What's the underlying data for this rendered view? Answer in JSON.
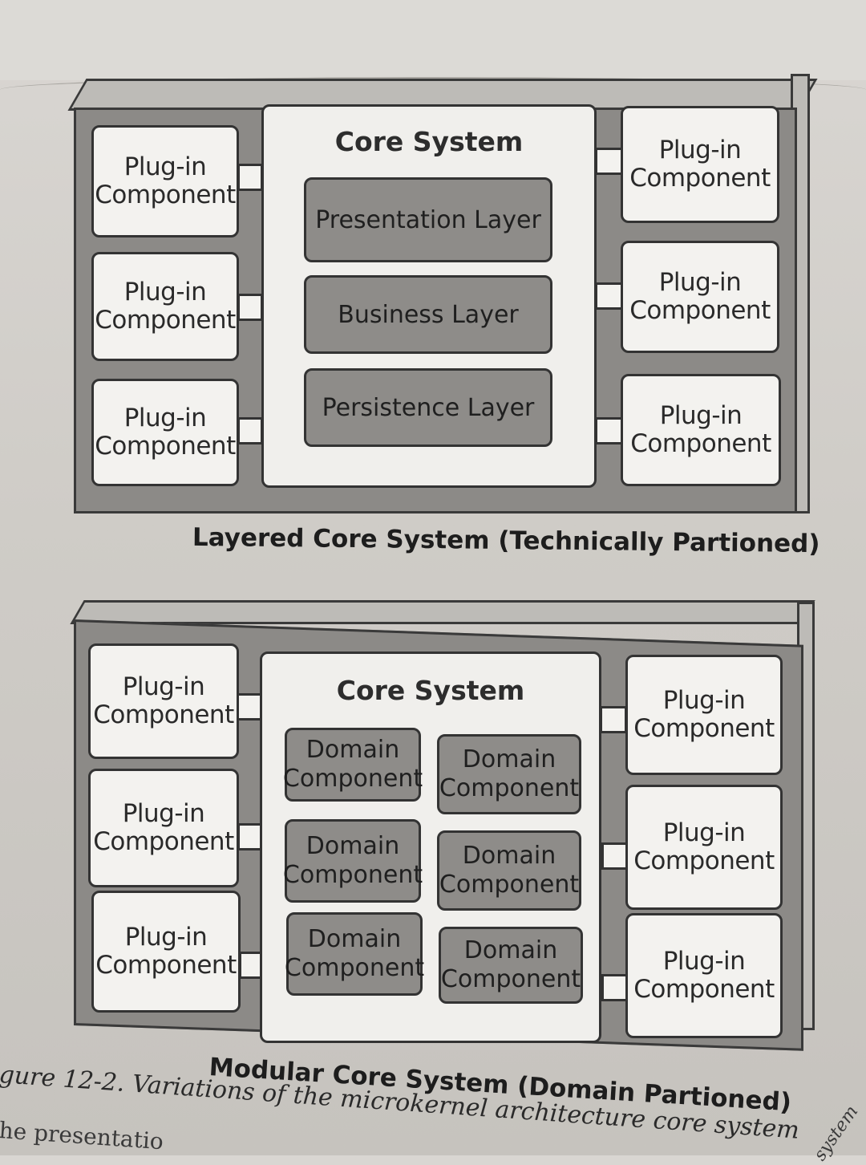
{
  "diagram_top": {
    "core_title": "Core System",
    "layers": [
      "Presentation Layer",
      "Business Layer",
      "Persistence Layer"
    ],
    "plugins": [
      "Plug-in\nComponent",
      "Plug-in\nComponent",
      "Plug-in\nComponent",
      "Plug-in\nComponent",
      "Plug-in\nComponent",
      "Plug-in\nComponent"
    ],
    "caption": "Layered Core System (Technically Partioned)"
  },
  "diagram_bottom": {
    "core_title": "Core System",
    "domains": [
      "Domain\nComponent",
      "Domain\nComponent",
      "Domain\nComponent",
      "Domain\nComponent",
      "Domain\nComponent",
      "Domain\nComponent"
    ],
    "plugins": [
      "Plug-in\nComponent",
      "Plug-in\nComponent",
      "Plug-in\nComponent",
      "Plug-in\nComponent",
      "Plug-in\nComponent",
      "Plug-in\nComponent"
    ],
    "caption": "Modular Core System (Domain Partioned)"
  },
  "figure_caption": "gure 12-2. Variations of the microkernel architecture core system",
  "body_fragment": "he presentatio",
  "side_fragment": "system"
}
